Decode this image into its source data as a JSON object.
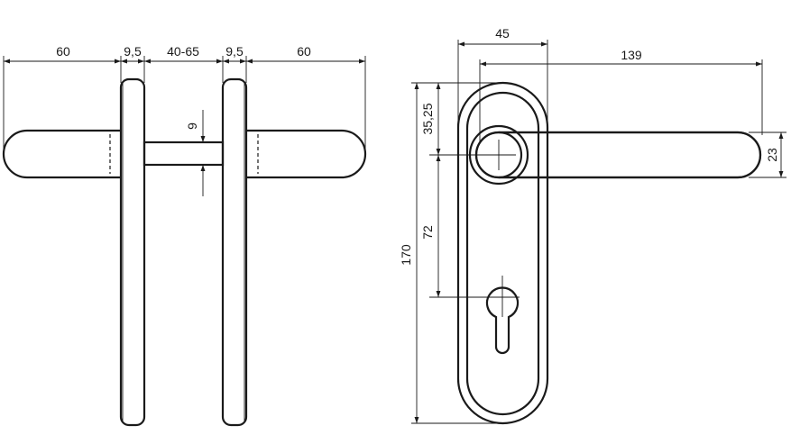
{
  "side_view": {
    "dimensions": {
      "lever_left_length": "60",
      "plate_left_thickness": "9,5",
      "door_thickness": "40-65",
      "plate_right_thickness": "9,5",
      "lever_right_length": "60",
      "spindle_square": "9"
    }
  },
  "front_view": {
    "dimensions": {
      "plate_width": "45",
      "lever_projection": "139",
      "lever_to_top": "35,25",
      "lever_diameter": "23",
      "lever_to_cylinder": "72",
      "plate_height": "170"
    }
  }
}
